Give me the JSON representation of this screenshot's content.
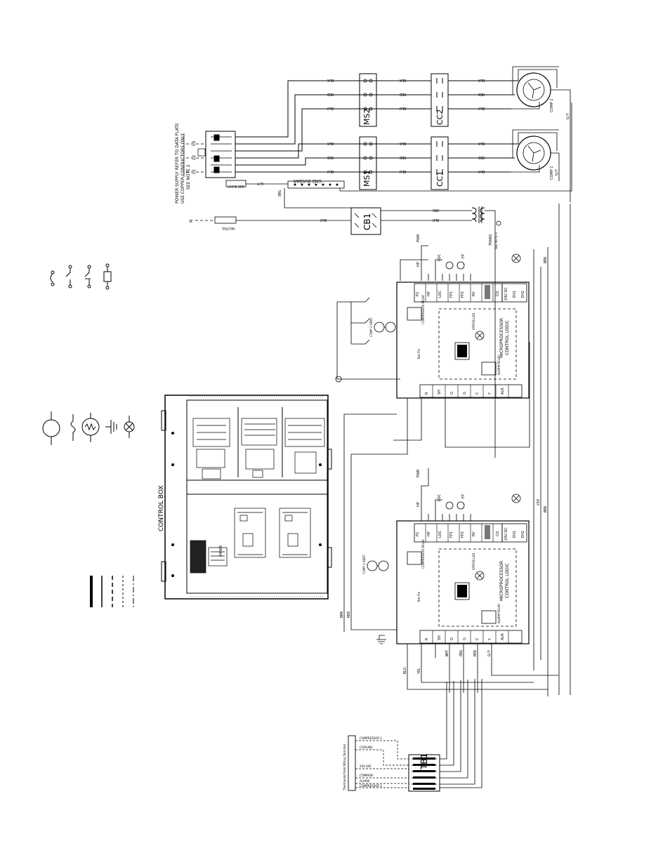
{
  "power_supply": {
    "title": "POWER SUPPLY REFER TO DATA PLATE",
    "line2": "USE COPPER CONDUCTORS ONLY",
    "line3": "SEE NOTE 2",
    "terminals": [
      "L3",
      "L2",
      "L1"
    ],
    "neutral": "N",
    "neutral_label": "NEUTRAL",
    "gnd_block": "GND BLOCK",
    "gnd_busbar": "GND BUSBAR",
    "wire_gy": "G/Y"
  },
  "wires": {
    "blk": "BLK",
    "red": "RED",
    "blu": "BLU",
    "org": "ORG",
    "brn": "BRN",
    "yel": "YEL",
    "gy": "G/Y",
    "wht": "WHT",
    "vio": "VIO"
  },
  "components": {
    "ms1": "MS1",
    "ms2": "MS2",
    "cc1": "CC1",
    "cc2": "CC2",
    "cb1": "CB1",
    "comp1": "COMP 1",
    "comp2": "COMP 2",
    "comp1_vent": "COMP 1 VENT",
    "comp2_vent": "COMP 2 VENT",
    "trans": "TRANS",
    "trans_note": "SEE NOTE 3",
    "hp": "HP",
    "loc": "LOC",
    "fp": "FP",
    "pwr": "PWR",
    "microprocessor": "MICROPROCESSOR",
    "control_logic": "CONTROL LOGIC",
    "status_led": "STATUS LED",
    "comp_relay": "COMPRESSOR RELAY",
    "alarm_relay": "ALARM RELAY",
    "test_pins": "Test Pin",
    "board_pins": [
      "P2",
      "HP",
      "LOC",
      "FP1",
      "FP2",
      "RV",
      "CO"
    ],
    "board_right": [
      "24V DC",
      "EH1",
      "EH2"
    ],
    "lower_pins": [
      "R",
      "SH",
      "O",
      "G",
      "C",
      "Y",
      "ALR"
    ]
  },
  "control_box": {
    "label": "CONTROL BOX",
    "hp_label": "HPWR"
  },
  "tb1": {
    "label": "TB1",
    "title": "Thermostat Field Wiring Terminal",
    "rows": [
      "COMPRESSOR 1",
      "COOLING",
      "24V VAC",
      "COMMON",
      "ALARM",
      "COMPRESSOR 2"
    ]
  }
}
